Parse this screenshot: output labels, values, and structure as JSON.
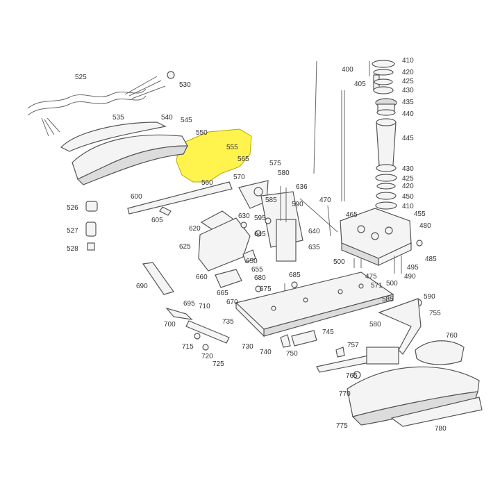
{
  "highlight_color": "#fff34d",
  "callouts": [
    {
      "id": "c400",
      "text": "400"
    },
    {
      "id": "c405",
      "text": "405"
    },
    {
      "id": "c410top",
      "text": "410"
    },
    {
      "id": "c420a",
      "text": "420"
    },
    {
      "id": "c425a",
      "text": "425"
    },
    {
      "id": "c430a",
      "text": "430"
    },
    {
      "id": "c435",
      "text": "435"
    },
    {
      "id": "c440",
      "text": "440"
    },
    {
      "id": "c445",
      "text": "445"
    },
    {
      "id": "c430b",
      "text": "430"
    },
    {
      "id": "c425b",
      "text": "425"
    },
    {
      "id": "c420b",
      "text": "420"
    },
    {
      "id": "c450",
      "text": "450"
    },
    {
      "id": "c410b",
      "text": "410"
    },
    {
      "id": "c455",
      "text": "455"
    },
    {
      "id": "c465",
      "text": "465"
    },
    {
      "id": "c470",
      "text": "470"
    },
    {
      "id": "c480",
      "text": "480"
    },
    {
      "id": "c485",
      "text": "485"
    },
    {
      "id": "c490",
      "text": "490"
    },
    {
      "id": "c495",
      "text": "495"
    },
    {
      "id": "c500a",
      "text": "500"
    },
    {
      "id": "c500b",
      "text": "500"
    },
    {
      "id": "c475",
      "text": "475"
    },
    {
      "id": "c525",
      "text": "525"
    },
    {
      "id": "c526",
      "text": "526"
    },
    {
      "id": "c527",
      "text": "527"
    },
    {
      "id": "c528",
      "text": "528"
    },
    {
      "id": "c530",
      "text": "530"
    },
    {
      "id": "c535",
      "text": "535"
    },
    {
      "id": "c540",
      "text": "540"
    },
    {
      "id": "c545",
      "text": "545"
    },
    {
      "id": "c550",
      "text": "550"
    },
    {
      "id": "c555",
      "text": "555"
    },
    {
      "id": "c560",
      "text": "560"
    },
    {
      "id": "c565",
      "text": "565"
    },
    {
      "id": "c570",
      "text": "570"
    },
    {
      "id": "c571",
      "text": "571"
    },
    {
      "id": "c575",
      "text": "575"
    },
    {
      "id": "c580a",
      "text": "580"
    },
    {
      "id": "c580b",
      "text": "580"
    },
    {
      "id": "c585a",
      "text": "585"
    },
    {
      "id": "c585b",
      "text": "585"
    },
    {
      "id": "c590a",
      "text": "590"
    },
    {
      "id": "c590b",
      "text": "590"
    },
    {
      "id": "c595",
      "text": "595"
    },
    {
      "id": "c600",
      "text": "600"
    },
    {
      "id": "c605",
      "text": "605"
    },
    {
      "id": "c620",
      "text": "620"
    },
    {
      "id": "c625",
      "text": "625"
    },
    {
      "id": "c630",
      "text": "630"
    },
    {
      "id": "c635",
      "text": "635"
    },
    {
      "id": "c636",
      "text": "636"
    },
    {
      "id": "c640",
      "text": "640"
    },
    {
      "id": "c645",
      "text": "645"
    },
    {
      "id": "c650",
      "text": "650"
    },
    {
      "id": "c655",
      "text": "655"
    },
    {
      "id": "c660",
      "text": "660"
    },
    {
      "id": "c665",
      "text": "665"
    },
    {
      "id": "c670",
      "text": "670"
    },
    {
      "id": "c675",
      "text": "675"
    },
    {
      "id": "c680",
      "text": "680"
    },
    {
      "id": "c685",
      "text": "685"
    },
    {
      "id": "c690",
      "text": "690"
    },
    {
      "id": "c695",
      "text": "695"
    },
    {
      "id": "c700",
      "text": "700"
    },
    {
      "id": "c710",
      "text": "710"
    },
    {
      "id": "c715",
      "text": "715"
    },
    {
      "id": "c720",
      "text": "720"
    },
    {
      "id": "c725",
      "text": "725"
    },
    {
      "id": "c730",
      "text": "730"
    },
    {
      "id": "c735",
      "text": "735"
    },
    {
      "id": "c740",
      "text": "740"
    },
    {
      "id": "c745",
      "text": "745"
    },
    {
      "id": "c750",
      "text": "750"
    },
    {
      "id": "c755",
      "text": "755"
    },
    {
      "id": "c757",
      "text": "757"
    },
    {
      "id": "c760",
      "text": "760"
    },
    {
      "id": "c765",
      "text": "765"
    },
    {
      "id": "c770",
      "text": "770"
    },
    {
      "id": "c775",
      "text": "775"
    },
    {
      "id": "c780",
      "text": "780"
    }
  ]
}
